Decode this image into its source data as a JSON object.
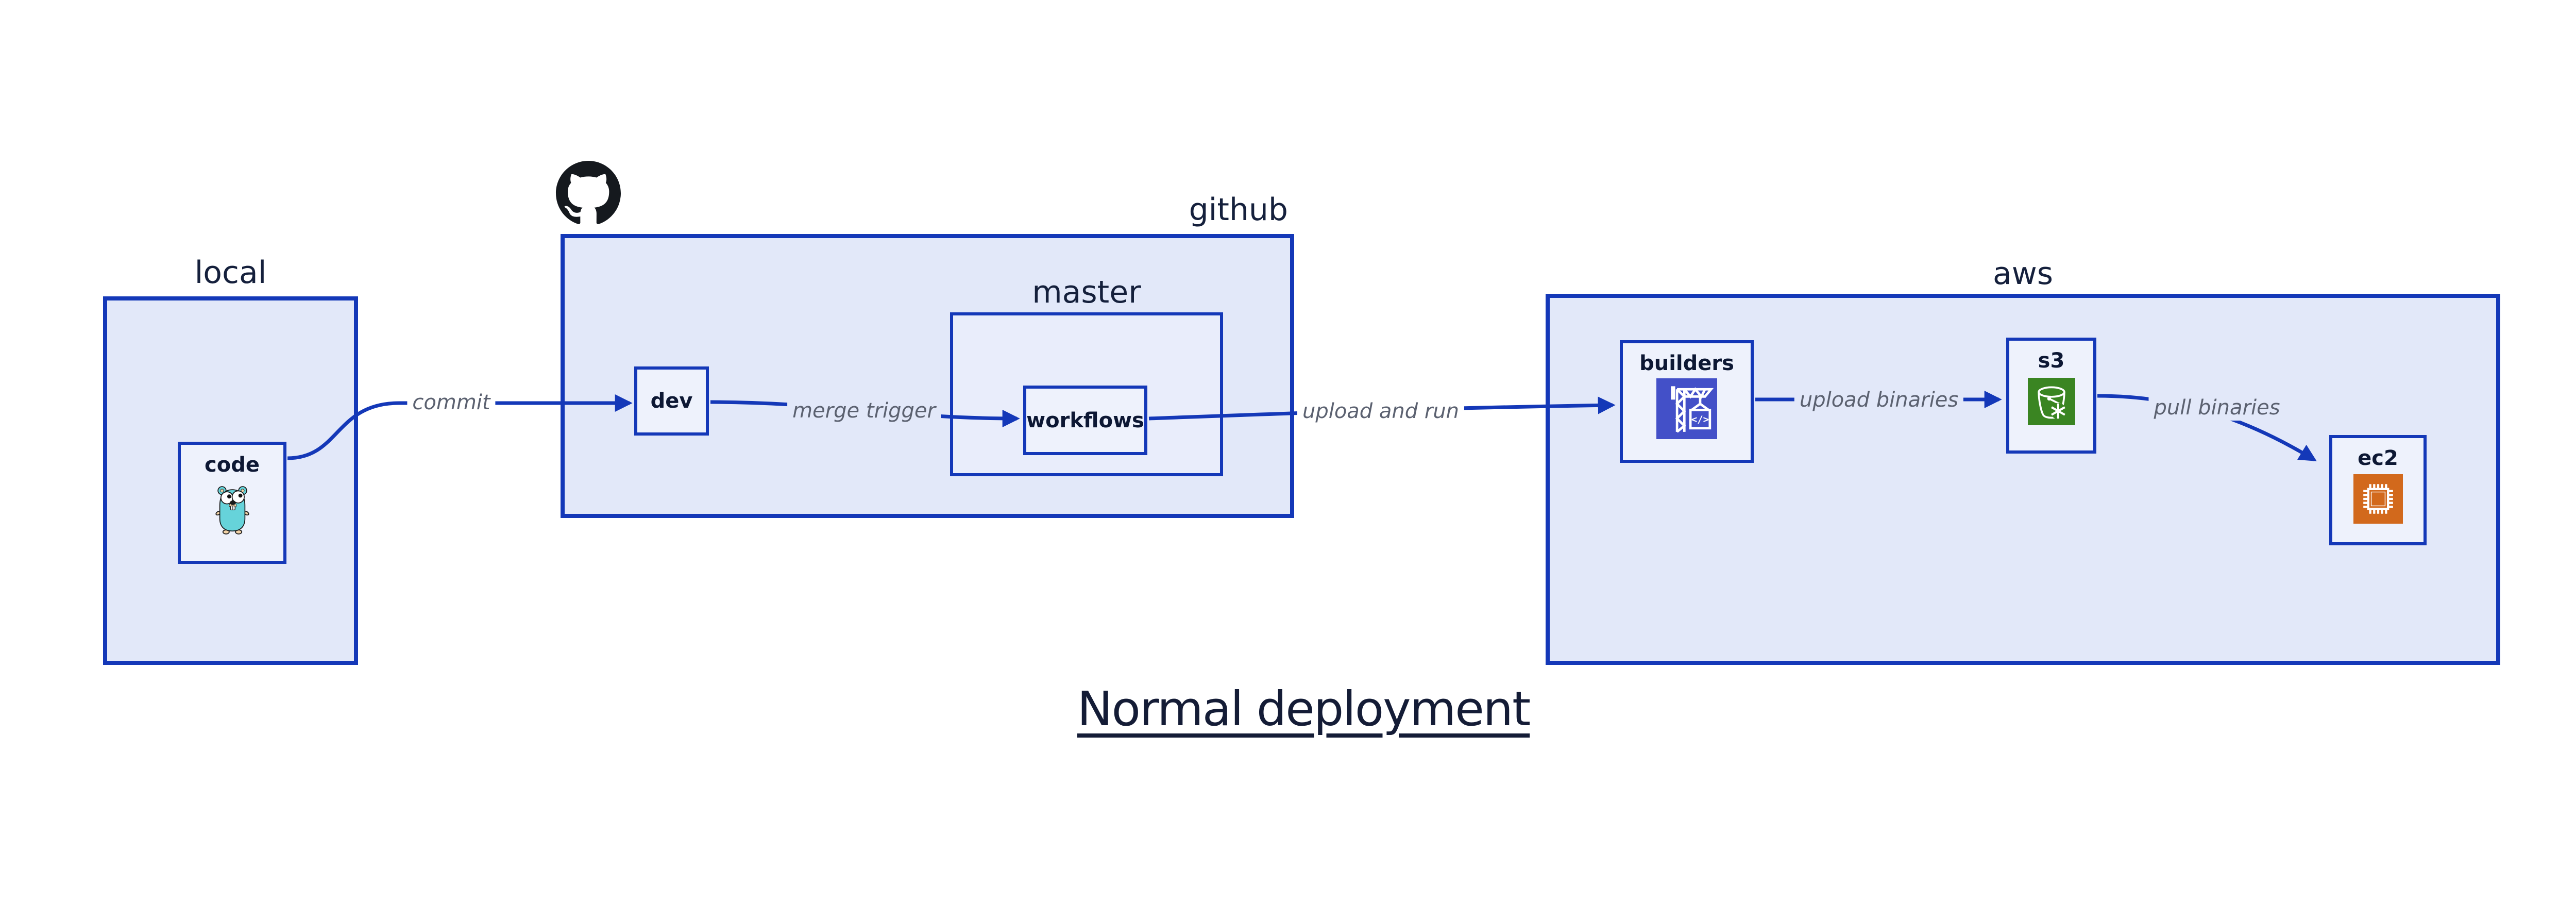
{
  "title": {
    "text": "Normal deployment"
  },
  "groups": {
    "local": {
      "label": "local"
    },
    "github": {
      "label": "github"
    },
    "master": {
      "label": "master"
    },
    "aws": {
      "label": "aws"
    }
  },
  "nodes": {
    "code": {
      "label": "code",
      "icon": "go-gopher-icon"
    },
    "dev": {
      "label": "dev"
    },
    "workflows": {
      "label": "workflows"
    },
    "builders": {
      "label": "builders",
      "icon": "codebuild-crane-icon"
    },
    "s3": {
      "label": "s3",
      "icon": "s3-bucket-snowflake-icon"
    },
    "ec2": {
      "label": "ec2",
      "icon": "ec2-chip-icon"
    }
  },
  "edges": [
    {
      "from": "code",
      "to": "dev",
      "label": "commit"
    },
    {
      "from": "dev",
      "to": "workflows",
      "label": "merge trigger"
    },
    {
      "from": "workflows",
      "to": "builders",
      "label": "upload and run"
    },
    {
      "from": "builders",
      "to": "s3",
      "label": "upload binaries"
    },
    {
      "from": "s3",
      "to": "ec2",
      "label": "pull binaries"
    }
  ],
  "icons": {
    "github_logo": "github-octocat-icon",
    "codebuild_glyph": "</>"
  },
  "colors": {
    "edge_blue": "#1438b8",
    "container_fill": "#e2e8f9",
    "inner_container_fill": "#e9edfb",
    "node_fill": "#eef2fc",
    "dark_navy_text": "#141c36",
    "edge_label_gray": "#5b6170",
    "builders_icon_bg": "#4350c8",
    "s3_icon_bg": "#3a8522",
    "ec2_icon_bg": "#d2691c",
    "octocat_black": "#15191e",
    "gopher_teal": "#66d3da"
  }
}
